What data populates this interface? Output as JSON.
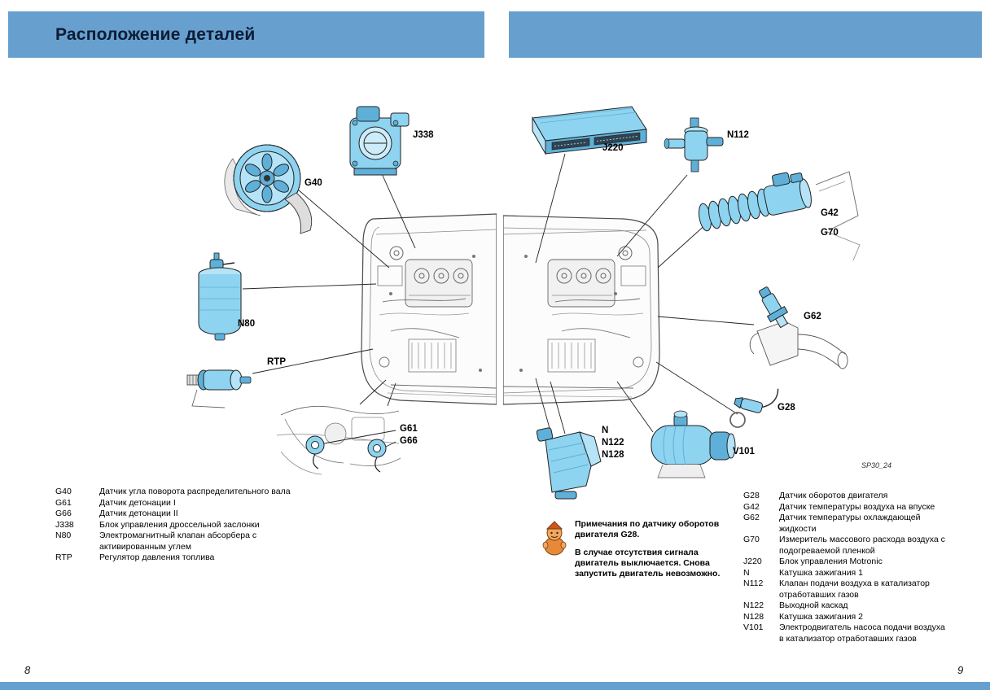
{
  "colors": {
    "header_bg": "#67a0cf",
    "component_fill": "#8ed3f0",
    "title_color": "#0d1b33"
  },
  "page_left": {
    "header_title": "Расположение деталей",
    "page_number": "8",
    "callouts": {
      "G40": "G40",
      "J338": "J338",
      "N80": "N80",
      "RTP": "RTP",
      "G61": "G61",
      "G66": "G66"
    },
    "legend": [
      {
        "code": "G40",
        "desc": "Датчик угла поворота распределительного вала"
      },
      {
        "code": "G61",
        "desc": "Датчик детонации I"
      },
      {
        "code": "G66",
        "desc": "Датчик детонации II"
      },
      {
        "code": "J338",
        "desc": "Блок управления дроссельной заслонки"
      },
      {
        "code": "N80",
        "desc": "Электромагнитный клапан абсорбера с активированным углем"
      },
      {
        "code": "RTP",
        "desc": "Регулятор давления топлива"
      }
    ]
  },
  "page_right": {
    "page_number": "9",
    "figure_ref": "SP30_24",
    "callouts": {
      "J220": "J220",
      "N112": "N112",
      "G42": "G42",
      "G70": "G70",
      "G62": "G62",
      "G28": "G28",
      "N": "N",
      "N122": "N122",
      "N128": "N128",
      "V101": "V101"
    },
    "note": {
      "title": "Примечания по датчику оборотов двигателя G28.",
      "body": "В случае отсутствия сигнала двигатель выключается. Снова запустить двигатель невозможно."
    },
    "legend": [
      {
        "code": "G28",
        "desc": "Датчик оборотов двигателя"
      },
      {
        "code": "G42",
        "desc": "Датчик температуры воздуха на впуске"
      },
      {
        "code": "G62",
        "desc": "Датчик температуры охлаждающей жидкости"
      },
      {
        "code": "G70",
        "desc": "Измеритель массового расхода воздуха с подогреваемой пленкой"
      },
      {
        "code": "J220",
        "desc": "Блок управления Motronic"
      },
      {
        "code": "N",
        "desc": "Катушка зажигания 1"
      },
      {
        "code": "N112",
        "desc": "Клапан подачи воздуха в катализатор отработавших газов"
      },
      {
        "code": "N122",
        "desc": "Выходной каскад"
      },
      {
        "code": "N128",
        "desc": "Катушка зажигания 2"
      },
      {
        "code": "V101",
        "desc": "Электродвигатель насоса подачи воздуха в катализатор отработавших газов"
      }
    ]
  }
}
